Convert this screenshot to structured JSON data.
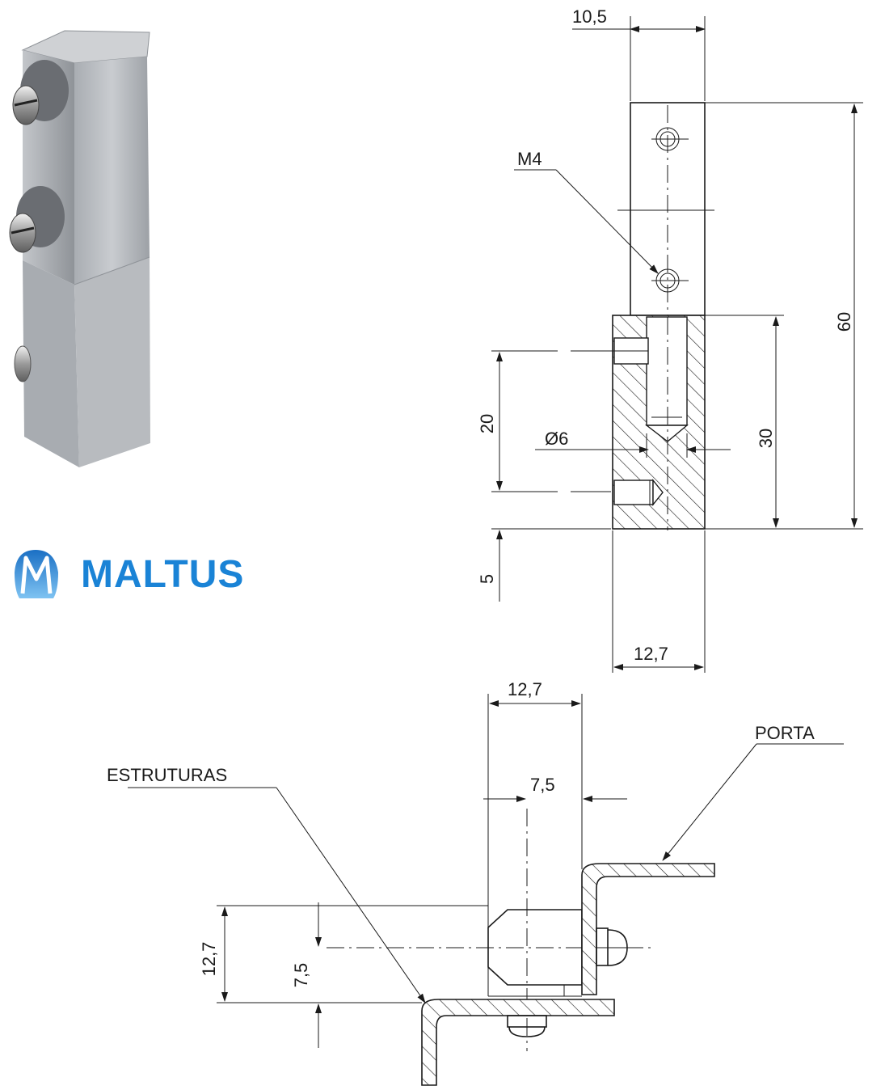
{
  "brand": {
    "name": "MALTUS",
    "color": "#1a83d6"
  },
  "part_view": {
    "dims": {
      "top_width": "10,5",
      "thread": "M4",
      "total_height": "60",
      "lower_height": "30",
      "pin_spacing": "20",
      "pin_diameter": "Ø6",
      "bottom_offset": "5",
      "bottom_width": "12,7"
    }
  },
  "assembly_view": {
    "labels": {
      "door": "PORTA",
      "frame": "ESTRUTURAS"
    },
    "dims": {
      "block_width": "12,7",
      "axis_offset_h": "7,5",
      "block_height": "12,7",
      "axis_offset_v": "7,5"
    }
  }
}
